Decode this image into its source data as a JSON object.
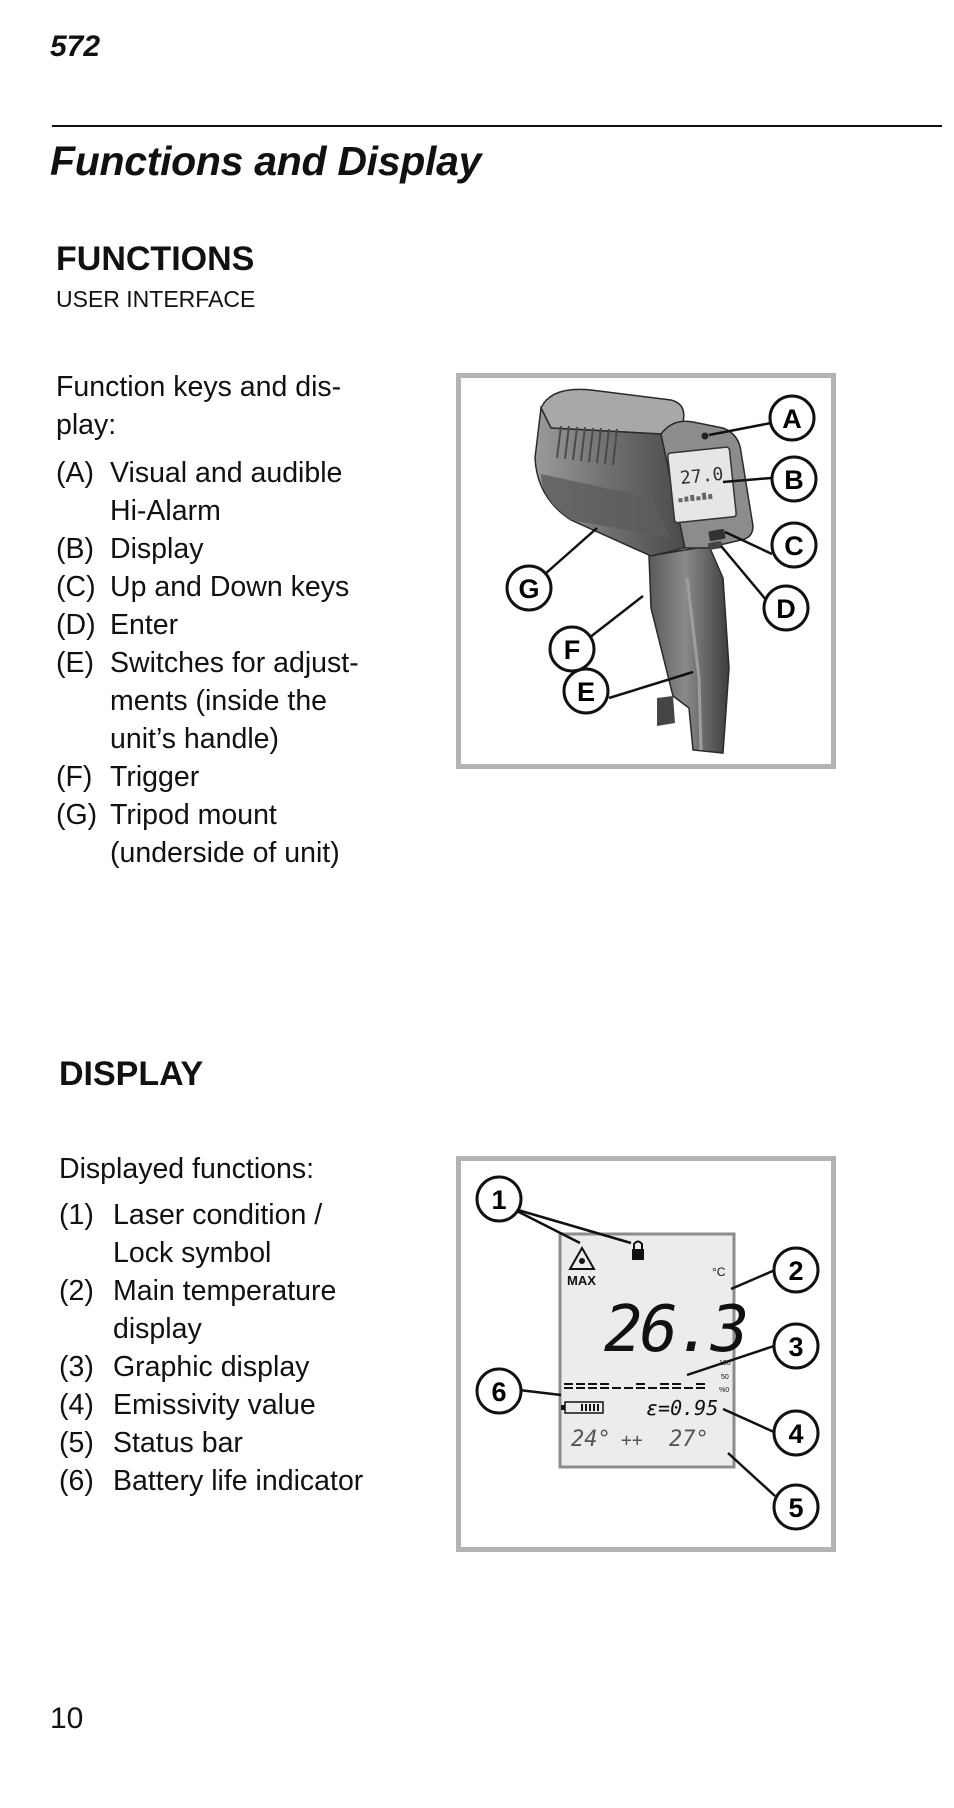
{
  "header": {
    "model": "572",
    "title": "Functions and Display"
  },
  "functions": {
    "heading": "FUNCTIONS",
    "subheading": "USER INTERFACE",
    "intro_line1": "Function keys and dis-",
    "intro_line2": "play:",
    "items": [
      {
        "key": "(A)",
        "lines": [
          "Visual and audible",
          "Hi-Alarm"
        ]
      },
      {
        "key": "(B)",
        "lines": [
          "Display"
        ]
      },
      {
        "key": "(C)",
        "lines": [
          "Up and Down keys"
        ]
      },
      {
        "key": "(D)",
        "lines": [
          "Enter"
        ]
      },
      {
        "key": "(E)",
        "lines": [
          "Switches for adjust-",
          "ments (inside the",
          "unit’s handle)"
        ]
      },
      {
        "key": "(F)",
        "lines": [
          "Trigger"
        ]
      },
      {
        "key": "(G)",
        "lines": [
          "Tripod mount",
          "(underside of unit)"
        ]
      }
    ],
    "figure": {
      "callouts": [
        "A",
        "B",
        "C",
        "D",
        "E",
        "F",
        "G"
      ],
      "screen_value": "27.0"
    }
  },
  "display": {
    "heading": "DISPLAY",
    "intro": "Displayed functions:",
    "items": [
      {
        "key": "(1)",
        "lines": [
          "Laser condition /",
          "Lock symbol"
        ]
      },
      {
        "key": "(2)",
        "lines": [
          "Main temperature",
          "display"
        ]
      },
      {
        "key": "(3)",
        "lines": [
          "Graphic display"
        ]
      },
      {
        "key": "(4)",
        "lines": [
          "Emissivity value"
        ]
      },
      {
        "key": "(5)",
        "lines": [
          "Status bar"
        ]
      },
      {
        "key": "(6)",
        "lines": [
          "Battery life indicator"
        ]
      }
    ],
    "figure": {
      "callouts": [
        "1",
        "2",
        "3",
        "4",
        "5",
        "6"
      ],
      "max_label": "MAX",
      "unit": "°C",
      "main_value": "26.3",
      "scale_top": "100",
      "scale_mid": "50",
      "scale_bottom": "%0",
      "emissivity": "ε=0.95",
      "status_left": "24°",
      "status_arrows": "++",
      "status_right": "27°"
    }
  },
  "footer": {
    "page_number": "10"
  }
}
